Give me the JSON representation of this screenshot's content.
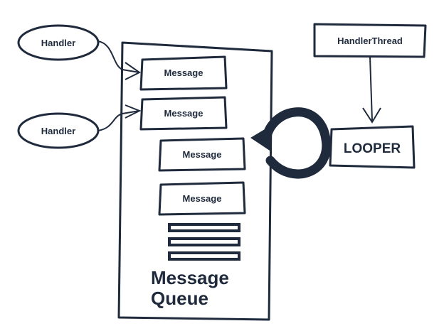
{
  "handlers": [
    {
      "label": "Handler"
    },
    {
      "label": "Handler"
    }
  ],
  "handler_thread": {
    "label": "HandlerThread"
  },
  "looper": {
    "label": "LOOPER"
  },
  "queue": {
    "title_line1": "Message",
    "title_line2": "Queue",
    "messages": [
      {
        "label": "Message"
      },
      {
        "label": "Message"
      },
      {
        "label": "Message"
      },
      {
        "label": "Message"
      }
    ]
  },
  "colors": {
    "ink": "#1f2a3c",
    "background": "#ffffff"
  }
}
